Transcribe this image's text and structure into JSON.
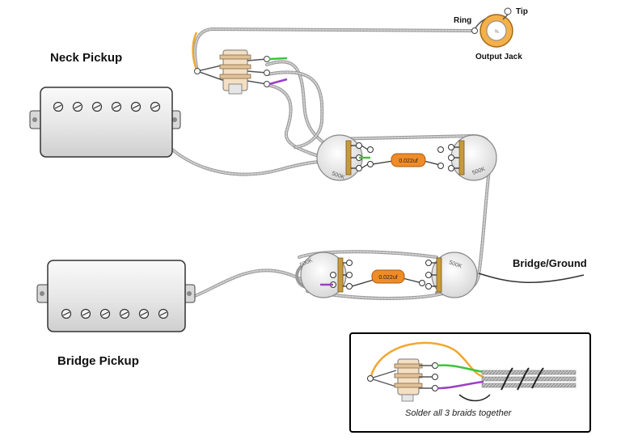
{
  "labels": {
    "neck_pickup": "Neck Pickup",
    "bridge_pickup": "Bridge Pickup",
    "bridge_ground": "Bridge/Ground",
    "output_jack": "Output Jack",
    "ring": "Ring",
    "tip": "Tip",
    "inset_caption": "Solder all 3 braids together"
  },
  "pot_markings": {
    "top_left": "500K",
    "top_right": "500K",
    "bottom_left": "500K",
    "bottom_right": "500K"
  },
  "capacitors": {
    "top": "0.022uf",
    "bottom": "0.022uf"
  },
  "colors": {
    "braid": "#b8b8b8",
    "hot_green": "#3cc43c",
    "hot_purple": "#9b3fc6",
    "orange_wire": "#f0a830",
    "capacitor": "#f08c28",
    "pickup_cover": "#e6e6e6",
    "pot_body": "#ececec",
    "lug": "#c89a3c",
    "inset_border": "#000000"
  },
  "icons": [
    "pickup-screw-icon",
    "pot-lug-icon",
    "jack-icon",
    "toggle-switch-icon"
  ]
}
